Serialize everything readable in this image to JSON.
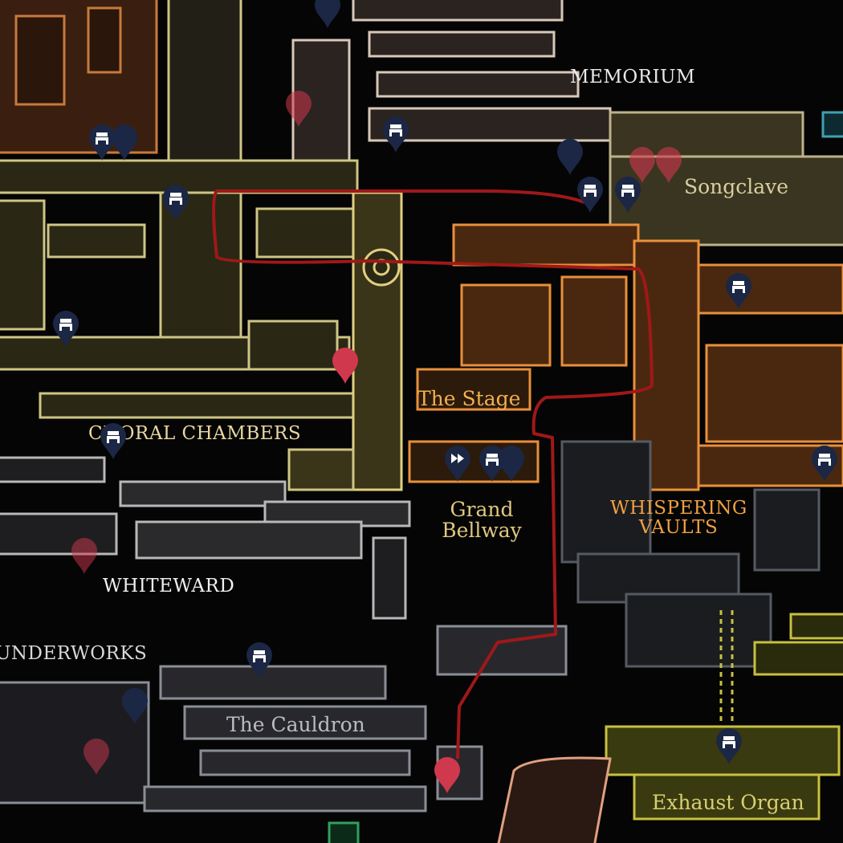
{
  "map": {
    "labels": {
      "memorium": "MEMORIUM",
      "songclave": "Songclave",
      "the_stage": "The Stage",
      "choral_chambers": "CHORAL CHAMBERS",
      "grand_bellway": "Grand Bellway",
      "whispering_vaults": "WHISPERING VAULTS",
      "whiteward": "WHITEWARD",
      "underworks": "UNDERWORKS",
      "the_cauldron": "The Cauldron",
      "exhaust_organ": "Exhaust Organ"
    },
    "icons": [
      "bench-pin-icon",
      "map-pin-icon",
      "red-marker-pin-icon",
      "fast-travel-pin-icon"
    ],
    "colors": {
      "background": "#050505",
      "bench_pin": "#1b2744",
      "red_marker": "#d0384e",
      "route": "#a01818",
      "label_gold": "#e8d8a0",
      "label_orange": "#f0a040",
      "label_white": "#e8e8e8",
      "label_olive": "#d8d070"
    }
  }
}
